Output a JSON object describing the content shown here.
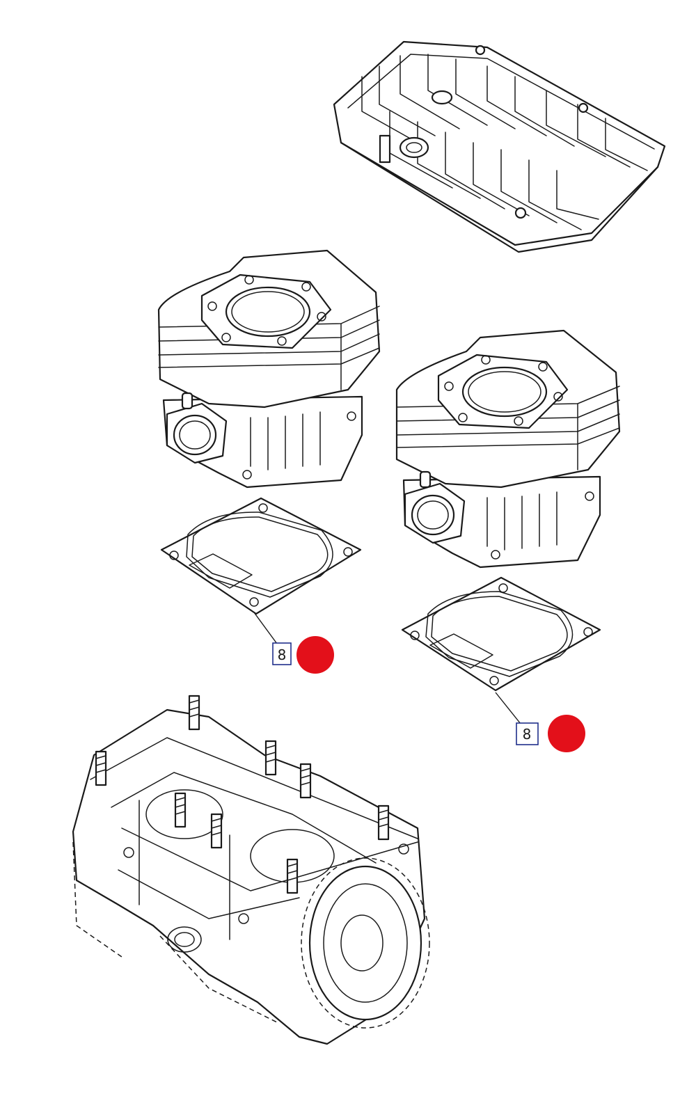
{
  "callouts": [
    {
      "label": "8"
    },
    {
      "label": "8"
    }
  ],
  "colors": {
    "marker": "#e3101a",
    "callout_border": "#1f2f8a",
    "line": "#1a1a1a"
  },
  "parts": {
    "cylinder_head": "cylinder-head",
    "cylinders": [
      "cylinder-left",
      "cylinder-right"
    ],
    "gaskets": [
      "base-gasket-left",
      "base-gasket-right"
    ],
    "crankcase": "crankcase"
  }
}
